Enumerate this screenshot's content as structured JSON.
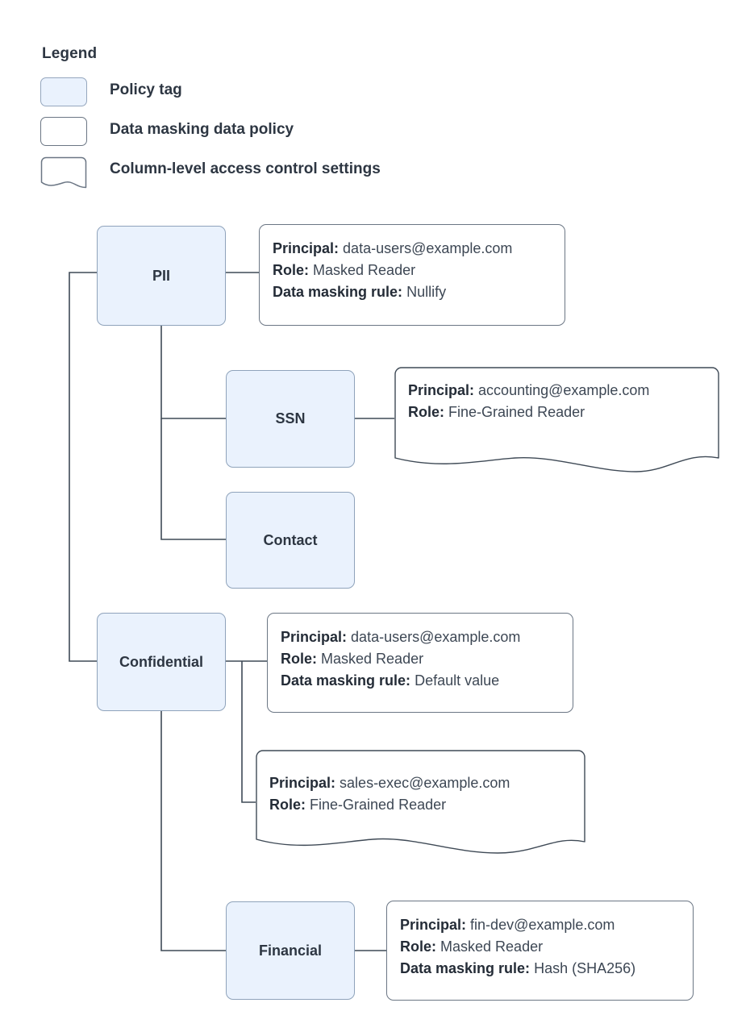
{
  "legend": {
    "title": "Legend",
    "items": [
      {
        "label": "Policy tag",
        "swatch": "filled-rounded-rect"
      },
      {
        "label": "Data masking data policy",
        "swatch": "rounded-rect"
      },
      {
        "label": "Column-level access control settings",
        "swatch": "wavy-bottom-rect"
      }
    ]
  },
  "nodes": [
    {
      "id": "pii",
      "label": "PII"
    },
    {
      "id": "ssn",
      "label": "SSN"
    },
    {
      "id": "contact",
      "label": "Contact"
    },
    {
      "id": "confidential",
      "label": "Confidential"
    },
    {
      "id": "financial",
      "label": "Financial"
    }
  ],
  "labels": {
    "principal": "Principal:",
    "role": "Role:",
    "masking_rule": "Data masking rule:"
  },
  "cards": {
    "pii_policy": {
      "principal": "data-users@example.com",
      "role": "Masked Reader",
      "masking_rule": "Nullify"
    },
    "ssn_access": {
      "principal": "accounting@example.com",
      "role": "Fine-Grained Reader"
    },
    "confidential_policy": {
      "principal": "data-users@example.com",
      "role": "Masked Reader",
      "masking_rule": "Default value"
    },
    "confidential_access": {
      "principal": "sales-exec@example.com",
      "role": "Fine-Grained Reader"
    },
    "financial_policy": {
      "principal": "fin-dev@example.com",
      "role": "Masked Reader",
      "masking_rule": "Hash (SHA256)"
    }
  },
  "colors": {
    "tag_fill": "#eaf2fd",
    "tag_border": "#8fa3bb",
    "card_border": "#6b7684",
    "text": "#2d3642",
    "connector": "#3f4a56",
    "background": "#ffffff"
  }
}
